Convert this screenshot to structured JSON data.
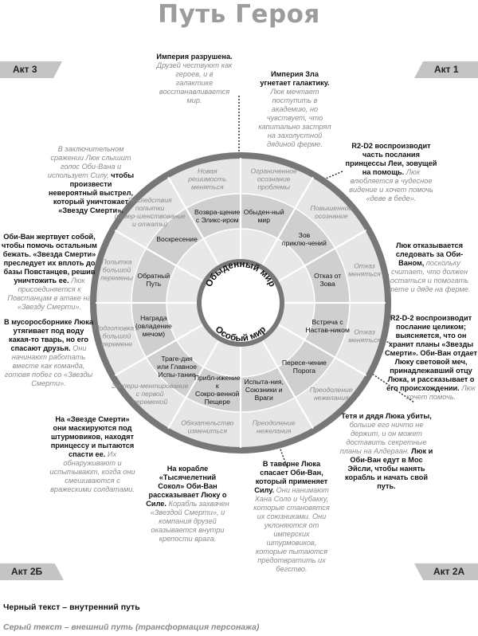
{
  "title": "Путь Героя",
  "acts": {
    "act3": "Акт 3",
    "act1": "Акт 1",
    "act2b": "Акт 2Б",
    "act2a": "Акт 2А"
  },
  "center": {
    "top_label": "Обыденный мир",
    "bottom_label": "Особый мир"
  },
  "inner_ring": [
    "Обыден-ный мир",
    "Зов приклю-чений",
    "Отказ от Зова",
    "Встреча с Настав-ником",
    "Пересе-чение Порога",
    "Испыта-ния, Союзники и Враги",
    "Прибл-ижение к Сокро-венной Пещере",
    "Траге-дия или Главное Испы-тание",
    "Награда (овладение мечом)",
    "Обратный Путь",
    "Воскресение",
    "Возвра-щение с Эликс-иром"
  ],
  "outer_ring": [
    "Ограниченное осознание проблемы",
    "Повышенное осознание",
    "Отказ меняться",
    "Отказ меняться",
    "Преодоление нежелания",
    "Преодоление нежелания",
    "Обязательство измениться",
    "Экспери-ментирование с первой переменой",
    "Подготовка к большой перемене",
    "Попытка большой перемены",
    "Последствия попытки (совер-шенствование и откаты)",
    "Новая решимость меняться"
  ],
  "annotations": {
    "a1_black": "Империя Зла угнетает галактику.",
    "a1_gray": "Люк мечтает поступить в академию, но чувствует, что капитально застрял на захолустной дядиной ферме.",
    "a2_black": "R2-D2 воспроизводит часть послания принцессы Леи, зовущей на помощь.",
    "a2_gray": "Люк влюбляется в чудесное видение и хочет помочь «деве в беде».",
    "a3_black": "Люк отказывается следовать за Оби-Ваном,",
    "a3_gray": "поскольку считает, что должен остаться и помогать тете и дяде на ферме.",
    "a4_black": "R2-D-2 воспроизводит послание целиком; выясняется, что он хранит планы «Звезды Смерти». Оби-Ван отдает Люку световой меч, принадлежавший отцу Люка, и рассказывает о его происхождении.",
    "a4_gray": "Люк хочет помочь.",
    "a5_black1": "Тетя и дядя Люка убиты,",
    "a5_gray": "больше его ничто не держит, и он может доставить секретные планы на Алдераан.",
    "a5_black2": "Люк и Оби-Ван едут в Мос Эйсли, чтобы нанять корабль и начать свой путь.",
    "a6_black": "В таверне Люка спасает Оби-Ван, который применяет Силу.",
    "a6_gray": "Они нанимают Хана Соло и Чубакку, которые становятся их союзниками. Они уклоняются от имперских штурмовиков, которые пытаются предотвратить их бегство.",
    "a7_black": "На корабле «Тысячелетний Сокол» Оби-Ван рассказывает Люку о Силе.",
    "a7_gray": "Корабль захвачен «Звездой Смерти», и компания друзей оказывается внутри крепости врага.",
    "a8_black": "На «Звезде Смерти» они маскируются под штурмовиков, находят принцессу и пытаются спасти ее.",
    "a8_gray": "Их обнаруживают и испытывают, когда они смешиваются с вражескими солдатами.",
    "a9_black": "В мусоросборнике Люка утягивает под воду какая-то тварь, но его спасают друзья.",
    "a9_gray": "Они начинают работать вместе как команда, готовя побег со «Звезды Смерти».",
    "a10_black": "Оби-Ван жертвует собой, чтобы помочь остальным бежать. «Звезда Смерти» преследует их вплоть до базы Повстанцев, решив уничтожить ее.",
    "a10_gray": "Люк присоединяется к Повстанцам в атаке на «Звезду Смерти».",
    "a11_gray": "В заключительном сражении Люк слышит голос Оби-Вана и использует Силу,",
    "a11_black": "чтобы произвести невероятный выстрел, который уничтожает «Звезду Смерти».",
    "a12_black": "Империя разрушена.",
    "a12_gray": "Друзей чествуют как героев, и в галактике восстанавливается мир."
  },
  "legend": {
    "black": "Черный текст – внутренний путь",
    "gray": "Серый текст – внешний путь (трансформация персонажа)"
  },
  "colors": {
    "title": "#9c9c9c",
    "ring_border": "#777777",
    "outer_ring": "#e6e6e6",
    "middle_ring": "#cfcfcf",
    "act_tab": "#c4c4c4",
    "gray_text": "#8a8a8a"
  }
}
